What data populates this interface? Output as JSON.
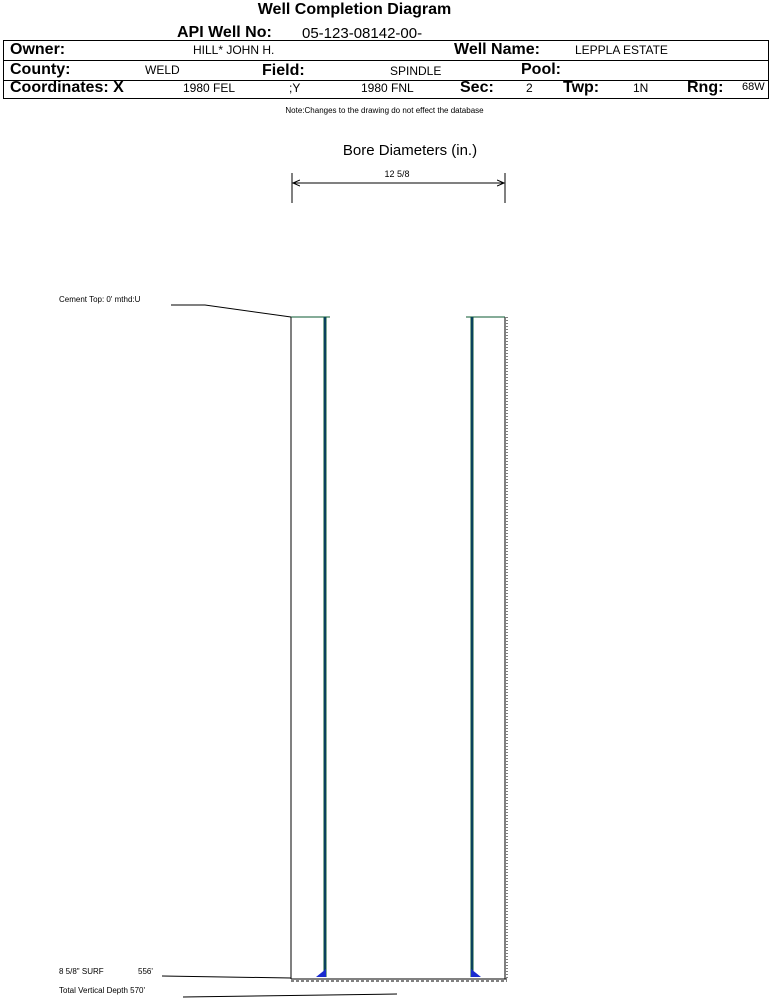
{
  "title": "Well Completion Diagram",
  "header": {
    "api_label": "API Well No:",
    "api_value": "05-123-08142-00-",
    "owner_label": "Owner:",
    "owner_value": "HILL* JOHN H.",
    "well_name_label": "Well Name:",
    "well_name_value": "LEPPLA ESTATE",
    "county_label": "County:",
    "county_value": "WELD",
    "field_label": "Field:",
    "field_value": "SPINDLE",
    "pool_label": "Pool:",
    "pool_value": "",
    "coord_label": "Coordinates: X",
    "coord_x_value": "1980 FEL",
    "coord_y_label": ";Y",
    "coord_y_value": "1980 FNL",
    "sec_label": "Sec:",
    "sec_value": "2",
    "twp_label": "Twp:",
    "twp_value": "1N",
    "rng_label": "Rng:",
    "rng_value": "68W"
  },
  "note": "Note:Changes to the drawing do not effect the database",
  "diagram": {
    "bore_title": "Bore Diameters (in.)",
    "bore_diameter_label": "12 5/8",
    "cement_top_label": "Cement Top: 0' mthd:U",
    "casing_label": "8 5/8\" SURF",
    "casing_depth_label": "556'",
    "tvd_label": "Total Vertical Depth 570'",
    "colors": {
      "casing": "#0b5a32",
      "casing_core": "#0a2a8a",
      "shoe": "#1a2bd0"
    }
  }
}
